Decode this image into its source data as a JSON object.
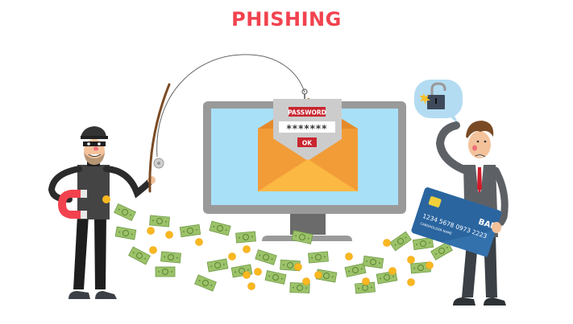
{
  "title": "PHISHING",
  "colors": {
    "title": "#f2424f",
    "monitor_frame": "#9a9a9a",
    "monitor_screen": "#a8e0f8",
    "envelope": "#f29c38",
    "envelope_flap": "#fbb843",
    "form_card": "#cccccc",
    "form_red": "#c8252e",
    "money": "#9cc26a",
    "coin": "#f9b820",
    "bank_card": "#2a65a0",
    "speech_bubble": "#b3dcf2"
  },
  "login_form": {
    "label": "PASSWORD",
    "password_value": "*******",
    "ok_button": "OK"
  },
  "bank_card": {
    "brand": "BANK",
    "number": "1234 5678 0973 2223",
    "holder": "CARDHOLDER NAME"
  },
  "characters": {
    "hacker": "hacker-with-fishing-rod-and-magnet",
    "victim": "worried-businessman-with-credit-card"
  },
  "icons": {
    "speech_bubble": "unlocked-padlock-icon",
    "money": "dollar-bill-icon",
    "coin": "coin-icon"
  }
}
